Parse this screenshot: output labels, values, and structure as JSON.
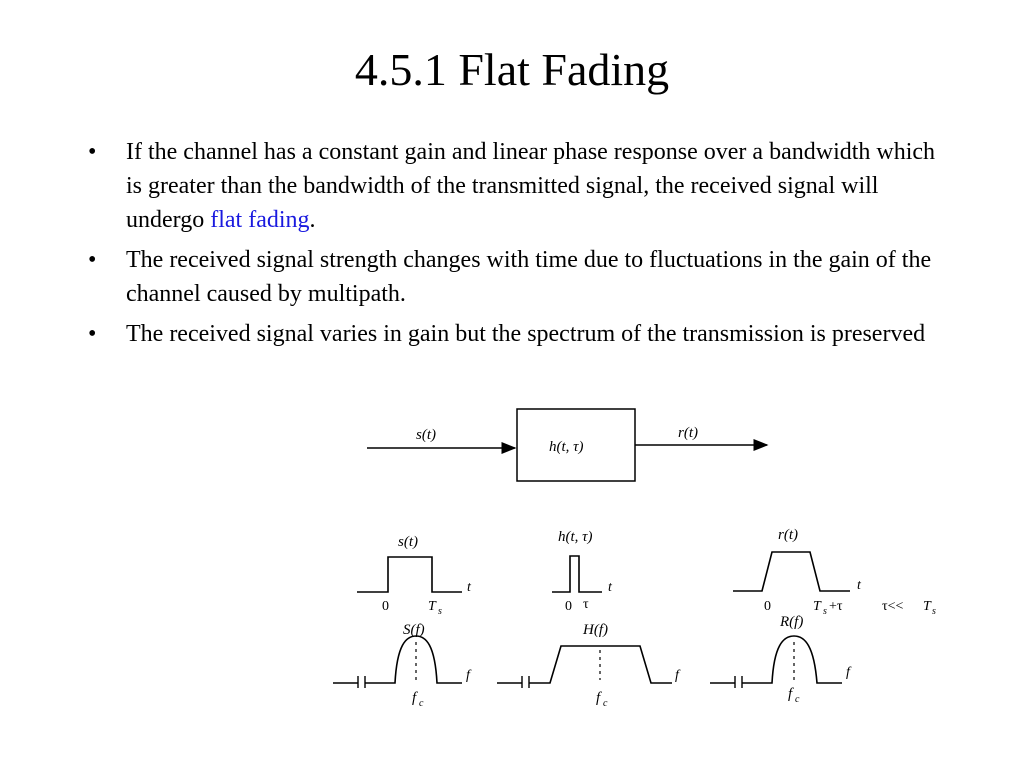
{
  "slide": {
    "title": "4.5.1 Flat Fading",
    "bullet_symbol": "•",
    "bullets": [
      {
        "before": "If the channel has a constant gain and linear phase response over a bandwidth which is greater than the bandwidth of the transmitted signal, the received signal will undergo ",
        "link": "flat fading",
        "after": "."
      },
      {
        "text": "The received signal strength changes with time due to fluctuations in the gain of the channel caused by multipath."
      },
      {
        "text": "The received signal varies in gain but the spectrum of the transmission is preserved"
      }
    ],
    "colors": {
      "link": "#1a1adf",
      "text": "#000000",
      "background": "#ffffff"
    }
  },
  "figure": {
    "block": {
      "input": "s(t)",
      "system": "h(t, τ)",
      "output": "r(t)"
    },
    "time_plots": [
      {
        "label": "s(t)",
        "axis": "t",
        "ticks": [
          "0",
          "T",
          "s"
        ]
      },
      {
        "label": "h(t, τ)",
        "axis": "t",
        "ticks": [
          "0",
          "τ"
        ]
      },
      {
        "label": "r(t)",
        "axis": "t",
        "ticks": [
          "0",
          "T",
          "s",
          "+τ"
        ]
      }
    ],
    "condition": {
      "tau": "τ<<",
      "T": "T",
      "sub": "s"
    },
    "freq_plots": [
      {
        "label": "S(f)",
        "axis": "f",
        "center": "f",
        "center_sub": "c"
      },
      {
        "label": "H(f)",
        "axis": "f",
        "center": "f",
        "center_sub": "c"
      },
      {
        "label": "R(f)",
        "axis": "f",
        "center": "f",
        "center_sub": "c"
      }
    ]
  }
}
